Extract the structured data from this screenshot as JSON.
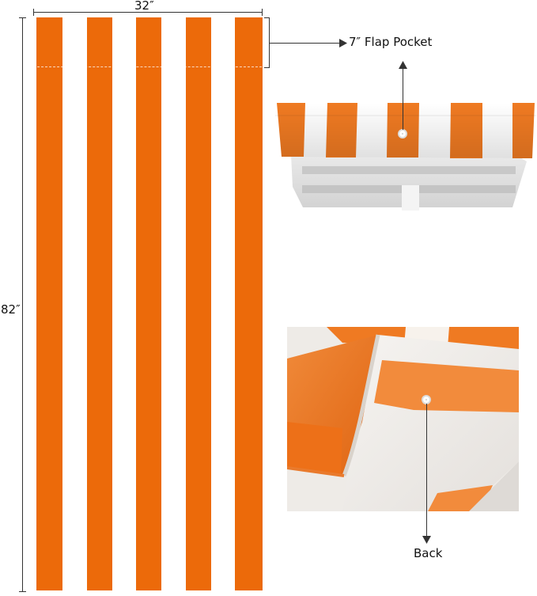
{
  "dimensions": {
    "width_label": "32″",
    "height_label": "82″"
  },
  "callouts": {
    "flap_pocket": "7″ Flap Pocket",
    "back": "Back"
  },
  "colors": {
    "stripe_orange": "#ec6a0a",
    "stripe_white": "#ffffff"
  }
}
